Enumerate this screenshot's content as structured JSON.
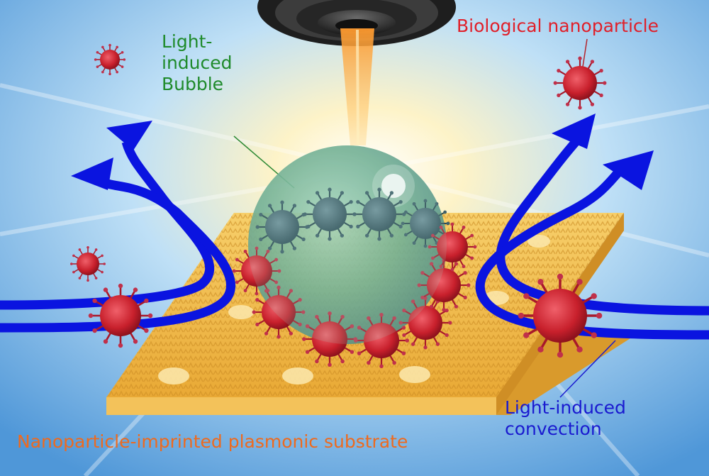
{
  "labels": {
    "bubble_line1": "Light-",
    "bubble_line2": "induced",
    "bubble_line3": "Bubble",
    "bio_nanoparticle": "Biological nanoparticle",
    "convection_line1": "Light-induced",
    "convection_line2": "convection",
    "substrate": "Nanoparticle-imprinted plasmonic substrate"
  },
  "colors": {
    "bubble_label": "#1e8a2a",
    "particle_label": "#e0202a",
    "convection_label": "#1a1ad0",
    "substrate_label": "#ee6a1e",
    "flow_arrow": "#0a14e0",
    "particle": "#c8202c",
    "substrate": "#f2b945"
  },
  "icons": [
    "objective-lens-icon",
    "laser-beam-icon",
    "bubble-icon",
    "virus-particle-icon",
    "flow-arrow-icon"
  ]
}
